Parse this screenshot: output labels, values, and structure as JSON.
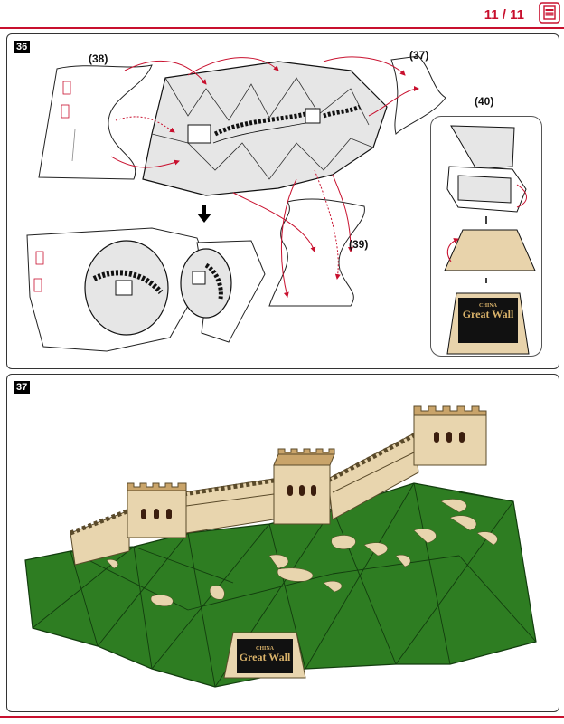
{
  "header": {
    "page_indicator": "11 / 11",
    "icon": "document-icon"
  },
  "colors": {
    "accent": "#c8102e",
    "grass": "#2e7d22",
    "wall": "#e8d5ae",
    "brick": "#b5864f"
  },
  "step36": {
    "number": "36",
    "labels": {
      "part38": "(38)",
      "part37": "(37)",
      "part39": "(39)",
      "part40": "(40)"
    },
    "sign": {
      "line1": "CHINA",
      "line2": "Great Wall"
    }
  },
  "step37": {
    "number": "37",
    "sign": {
      "line1": "CHINA",
      "line2": "Great Wall"
    }
  }
}
